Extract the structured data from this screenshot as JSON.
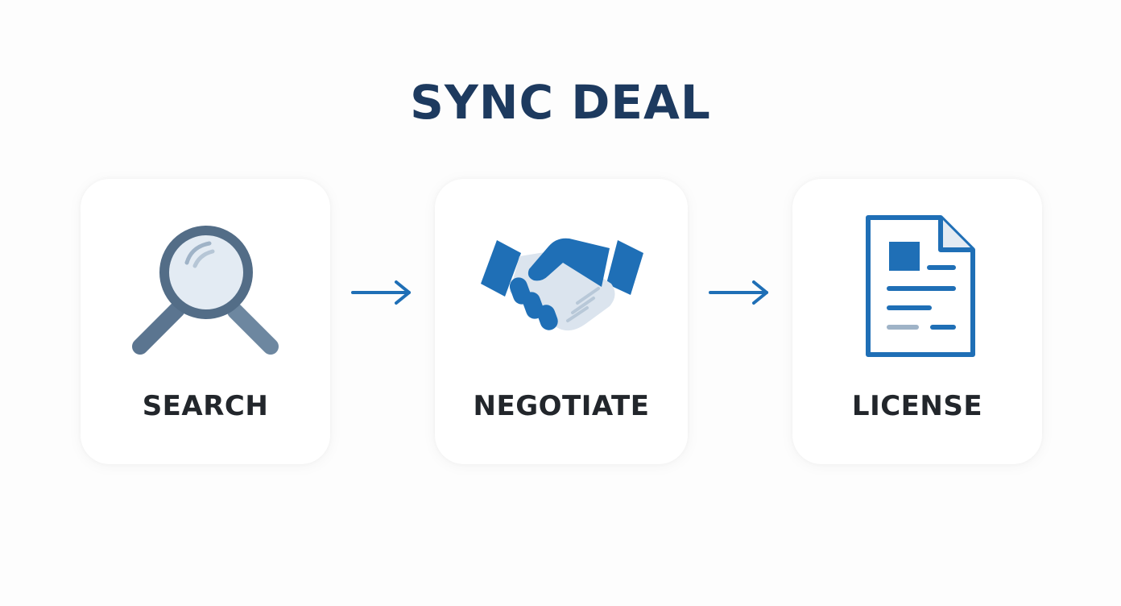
{
  "title": "SYNC DEAL",
  "steps": [
    {
      "label": "SEARCH",
      "icon": "magnifying-glass-icon"
    },
    {
      "label": "NEGOTIATE",
      "icon": "handshake-icon"
    },
    {
      "label": "LICENSE",
      "icon": "document-icon"
    }
  ],
  "connectors": [
    "arrow-right-icon",
    "arrow-right-icon"
  ],
  "colors": {
    "title": "#1d3a5f",
    "label": "#22262b",
    "accent_blue": "#1f6fb6",
    "slate": "#5b7590",
    "light_fill": "#e3ebf3",
    "card_bg": "#ffffff",
    "page_bg": "#fdfdfd"
  }
}
